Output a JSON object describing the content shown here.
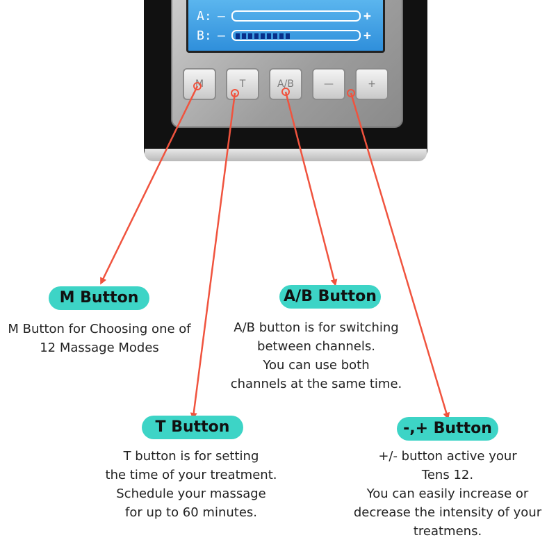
{
  "device": {
    "lcd": {
      "row_a": {
        "channel": "A:",
        "minus": "–",
        "plus": "+",
        "level": 0
      },
      "row_b": {
        "channel": "B:",
        "minus": "–",
        "plus": "+",
        "level": 0.45
      }
    },
    "buttons": [
      {
        "id": "m",
        "label": "M"
      },
      {
        "id": "t",
        "label": "T"
      },
      {
        "id": "ab",
        "label": "A/B"
      },
      {
        "id": "minus",
        "label": "—"
      },
      {
        "id": "plus",
        "label": "+"
      }
    ]
  },
  "callouts": {
    "m": {
      "title": "M Button",
      "lines": [
        "M Button for Choosing one of",
        "12 Massage Modes"
      ]
    },
    "ab": {
      "title": "A/B Button",
      "lines": [
        "A/B button is for switching",
        "between channels.",
        "You can use both",
        "channels at the same time."
      ]
    },
    "t": {
      "title": "T Button",
      "lines": [
        "T button is for setting",
        "the time of your treatment.",
        "Schedule your massage",
        "for up to 60 minutes."
      ]
    },
    "pm": {
      "title": "-,+ Button",
      "lines": [
        "+/- button active your",
        "Tens 12.",
        "You can easily increase or",
        "decrease the intensity of your",
        "treatmens."
      ]
    }
  },
  "colors": {
    "pill": "#3dd4c6",
    "arrow": "#f0533e",
    "lcd": "#3a9de3"
  }
}
